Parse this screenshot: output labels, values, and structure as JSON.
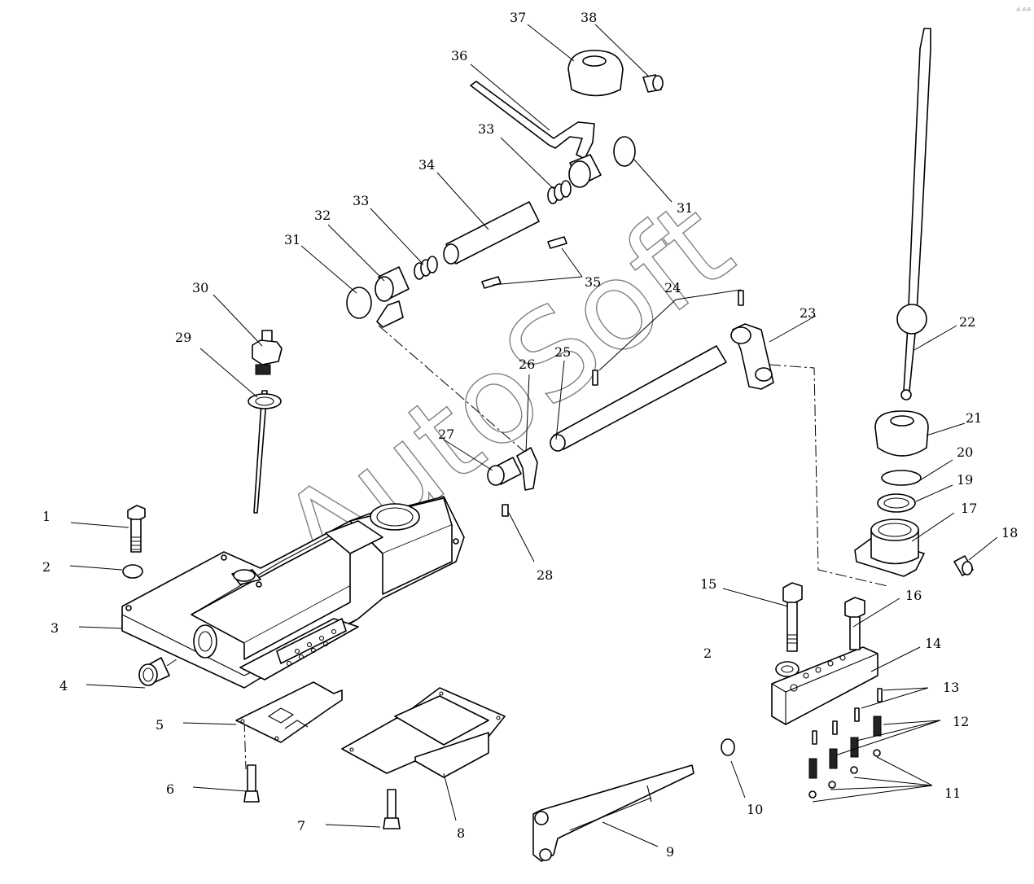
{
  "watermark": "AutoSoft",
  "corner_mark": "ॐ ॐॐ",
  "callouts": {
    "c1": "1",
    "c2a": "2",
    "c2b": "2",
    "c3": "3",
    "c4": "4",
    "c5": "5",
    "c6": "6",
    "c7": "7",
    "c8": "8",
    "c9": "9",
    "c10": "10",
    "c11": "11",
    "c12": "12",
    "c13": "13",
    "c14": "14",
    "c15": "15",
    "c16": "16",
    "c17": "17",
    "c18": "18",
    "c19": "19",
    "c20": "20",
    "c21": "21",
    "c22": "22",
    "c23": "23",
    "c24": "24",
    "c25": "25",
    "c26": "26",
    "c27": "27",
    "c28": "28",
    "c29": "29",
    "c30": "30",
    "c31a": "31",
    "c31b": "31",
    "c32": "32",
    "c33a": "33",
    "c33b": "33",
    "c34": "34",
    "c35": "35",
    "c36": "36",
    "c37": "37",
    "c38": "38"
  }
}
